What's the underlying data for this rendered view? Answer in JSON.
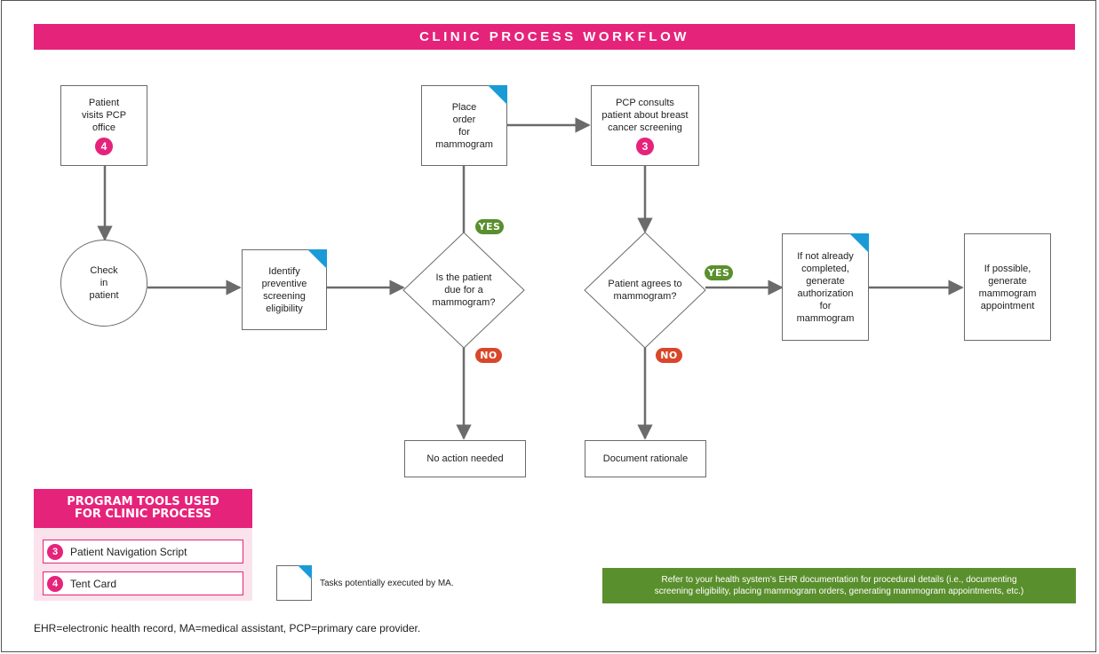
{
  "title": "CLINIC PROCESS WORKFLOW",
  "nodes": {
    "visit": {
      "text": "Patient\nvisits PCP\noffice",
      "badge": "4"
    },
    "checkin": {
      "text": "Check\nin\npatient"
    },
    "identify": {
      "text": "Identify\npreventive\nscreening\neligibility"
    },
    "due": {
      "text": "Is the patient\ndue for a\nmammogram?"
    },
    "order": {
      "text": "Place\norder\nfor\nmammogram"
    },
    "consult": {
      "text": "PCP consults\npatient about breast\ncancer screening",
      "badge": "3"
    },
    "agrees": {
      "text": "Patient agrees to\nmammogram?"
    },
    "noaction": {
      "text": "No action needed"
    },
    "rationale": {
      "text": "Document rationale"
    },
    "authorization": {
      "text": "If not already\ncompleted,\ngenerate\nauthorization\nfor\nmammogram"
    },
    "appointment": {
      "text": "If possible,\ngenerate\nmammogram\nappointment"
    }
  },
  "labels": {
    "yes": "YES",
    "no": "NO"
  },
  "tools": {
    "header": "PROGRAM TOOLS USED\nFOR CLINIC PROCESS",
    "items": [
      {
        "num": "3",
        "label": "Patient Navigation Script"
      },
      {
        "num": "4",
        "label": "Tent Card"
      }
    ]
  },
  "legend": {
    "text": "Tasks potentially executed by MA."
  },
  "note": "Refer to your health system’s EHR documentation for procedural details (i.e., documenting\nscreening eligibility, placing mammogram orders, generating mammogram appointments, etc.)",
  "footnote": "EHR=electronic health record, MA=medical assistant, PCP=primary care provider.",
  "colors": {
    "magenta": "#e6237a",
    "blue_corner": "#1a9bd7",
    "green": "#5a8f2d",
    "red": "#d9472b",
    "pink_panel": "#fbe3ec"
  }
}
